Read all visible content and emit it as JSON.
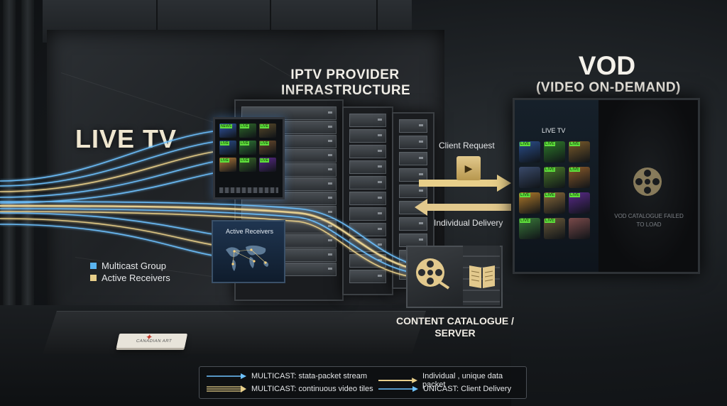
{
  "titles": {
    "live_tv": "LIVE TV",
    "iptv": "IPTV PROVIDER INFRASTRUCTURE",
    "vod": "VOD",
    "vod_sub": "(VIDEO ON-DEMAND)",
    "content": "CONTENT CATALOGUE / SERVER"
  },
  "wall_legend": [
    {
      "label": "Multicast Group",
      "color": "#5ab4f0"
    },
    {
      "label": "Active Receivers",
      "color": "#e8cf8a"
    }
  ],
  "monitor": {
    "tiles": [
      {
        "badge": "NEWS",
        "color": "#3358a8"
      },
      {
        "badge": "LIVE",
        "color": "#2f6a2a"
      },
      {
        "badge": "LIVE",
        "color": "#5a4a2a"
      },
      {
        "badge": "LIVE",
        "color": "#2a4d8a"
      },
      {
        "badge": "LIVE",
        "color": "#2f7a35"
      },
      {
        "badge": "LIVE",
        "color": "#6a4a2c"
      },
      {
        "badge": "LIVE",
        "color": "#b07a3a"
      },
      {
        "badge": "LIVE",
        "color": "#3a6a2a"
      },
      {
        "badge": "LIVE",
        "color": "#5a2a8a"
      }
    ]
  },
  "receivers": {
    "title": "Active Receivers"
  },
  "annotations": {
    "client_request": "Client Request",
    "individual_delivery": "Individual Delivery"
  },
  "book": {
    "label": "CANADIAN ART"
  },
  "tv": {
    "label": "LIVE TV",
    "tiles": [
      {
        "badge": "LIVE",
        "color": "#2a4d8a"
      },
      {
        "badge": "LIVE",
        "color": "#2e7a2a"
      },
      {
        "badge": "LIVE",
        "color": "#7a5a2a"
      },
      {
        "badge": "",
        "color": "#3a4a6a"
      },
      {
        "badge": "LIVE",
        "color": "#4a7a2a"
      },
      {
        "badge": "LIVE",
        "color": "#8a5a2a"
      },
      {
        "badge": "LIVE",
        "color": "#b07a2a"
      },
      {
        "badge": "LIVE",
        "color": "#8a6a3a"
      },
      {
        "badge": "LIVE",
        "color": "#5a2a8a"
      },
      {
        "badge": "LIVE",
        "color": "#3a7a3a"
      },
      {
        "badge": "LIVE",
        "color": "#6a5a3a"
      },
      {
        "badge": "",
        "color": "#7a4a4a"
      }
    ],
    "error_text": "VOD CATALOGUE FAILED TO LOAD"
  },
  "legend": {
    "items": [
      {
        "label": "MULTICAST: stata-packet stream",
        "style": "multicast-stream"
      },
      {
        "label": "Individual , unique data packet",
        "style": "individual-packet"
      },
      {
        "label": "MULTICAST: continuous video tiles",
        "style": "multicast-tiles"
      },
      {
        "label": "UNICAST: Client Delivery",
        "style": "unicast"
      }
    ]
  },
  "colors": {
    "multicast_blue": "#5ab4f0",
    "gold": "#e8cf8a",
    "live_badge": "#5fe03c"
  }
}
